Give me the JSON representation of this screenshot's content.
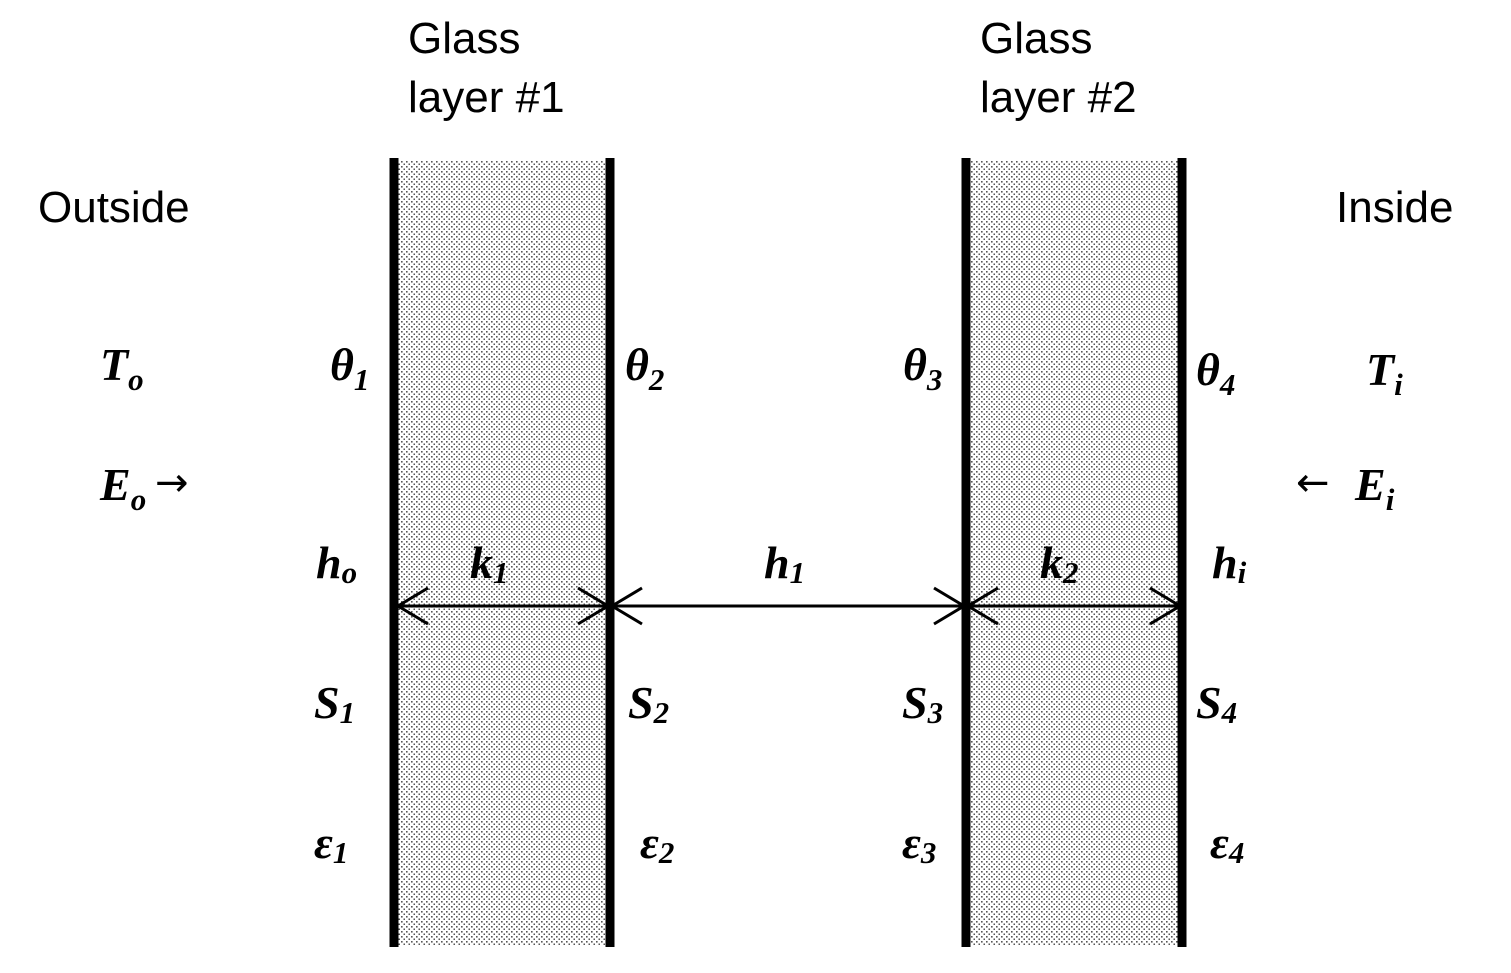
{
  "diagram": {
    "glass_layers": [
      {
        "line1": "Glass",
        "line2": "layer #1"
      },
      {
        "line1": "Glass",
        "line2": "layer #2"
      }
    ],
    "sides": {
      "outside": "Outside",
      "inside": "Inside"
    },
    "temperatures": {
      "outside": {
        "base": "T",
        "sub": "o"
      },
      "inside": {
        "base": "T",
        "sub": "i"
      }
    },
    "radiation": {
      "outside": {
        "base": "E",
        "sub": "o",
        "arrow": "→"
      },
      "inside": {
        "base": "E",
        "sub": "i",
        "arrow": "←"
      }
    },
    "surface_temps": [
      {
        "base": "θ",
        "sub": "1"
      },
      {
        "base": "θ",
        "sub": "2"
      },
      {
        "base": "θ",
        "sub": "3"
      },
      {
        "base": "θ",
        "sub": "4"
      }
    ],
    "coefficients": {
      "h_outside": {
        "base": "h",
        "sub": "o"
      },
      "k1": {
        "base": "k",
        "sub": "1"
      },
      "h1": {
        "base": "h",
        "sub": "1"
      },
      "k2": {
        "base": "k",
        "sub": "2"
      },
      "h_inside": {
        "base": "h",
        "sub": "i"
      }
    },
    "absorbed": [
      {
        "base": "S",
        "sub": "1"
      },
      {
        "base": "S",
        "sub": "2"
      },
      {
        "base": "S",
        "sub": "3"
      },
      {
        "base": "S",
        "sub": "4"
      }
    ],
    "emissivities": [
      {
        "base": "ε",
        "sub": "1"
      },
      {
        "base": "ε",
        "sub": "2"
      },
      {
        "base": "ε",
        "sub": "3"
      },
      {
        "base": "ε",
        "sub": "4"
      }
    ],
    "colors": {
      "line": "#000000",
      "fill_dot": "#555555",
      "background": "#ffffff"
    }
  }
}
